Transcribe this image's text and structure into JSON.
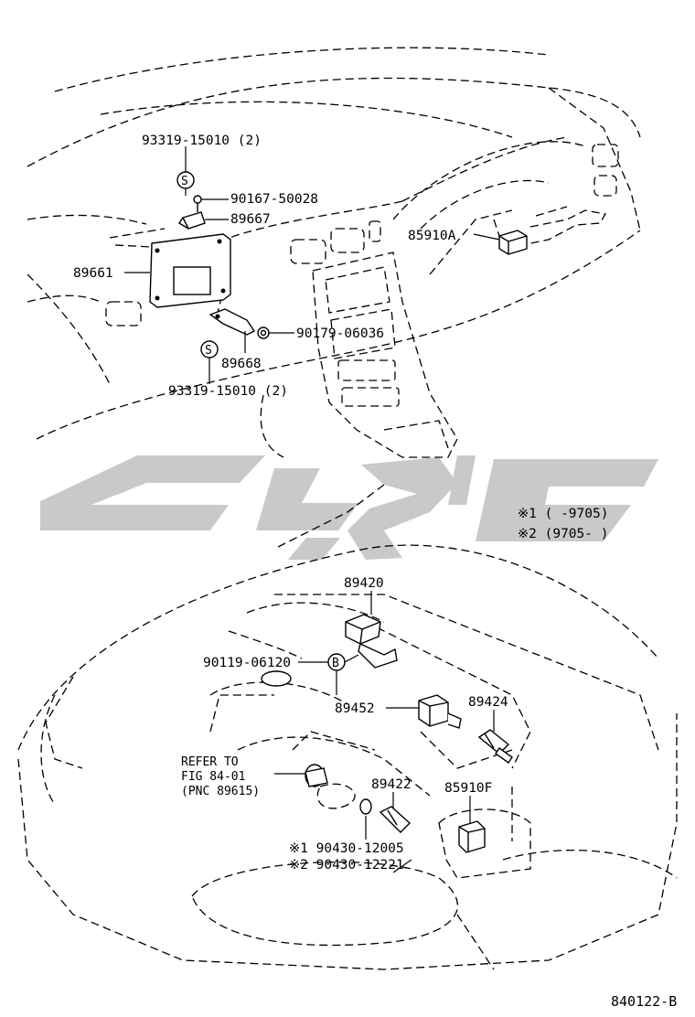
{
  "diagram": {
    "code": "840122-B",
    "labels": {
      "p93319_top": "93319-15010 (2)",
      "s_top": "S",
      "p90167": "90167-50028",
      "p89667": "89667",
      "p89661": "89661",
      "p85910A": "85910A",
      "p90179": "90179-06036",
      "p89668": "89668",
      "s_bottom": "S",
      "p93319_bottom": "93319-15010 (2)",
      "p89420": "89420",
      "p90119": "90119-06120",
      "b_mark": "B",
      "p89452": "89452",
      "p89424": "89424",
      "refer_line1": "REFER TO",
      "refer_line2": "FIG 84-01",
      "refer_line3": "(PNC 89615)",
      "p89422": "89422",
      "p85910F": "85910F",
      "p90430_1": "※1 90430-12005",
      "p90430_2": "※2 90430-12221"
    },
    "legend": {
      "line1": "※1 (        -9705)",
      "line2": "※2 (9705-        )"
    }
  }
}
